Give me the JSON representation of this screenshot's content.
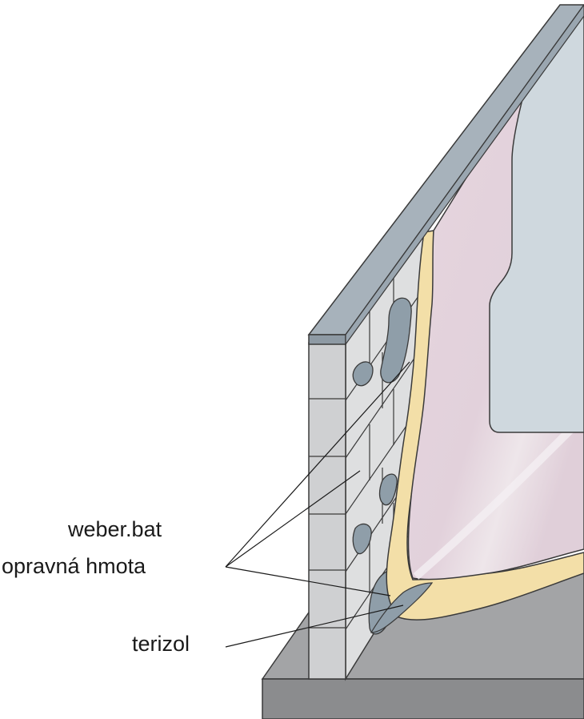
{
  "labels": {
    "weber_bat": "weber.bat",
    "opravna_hmota": "opravná hmota",
    "terizol": "terizol"
  },
  "colors": {
    "stroke": "#3a3a3a",
    "coping": "#a7b2bb",
    "coping_front": "#8e9aa4",
    "brick": "#cfd0d2",
    "brick_face": "#dedfe0",
    "patch": "#8f9ea9",
    "mortar_yellow": "#f3dfa8",
    "membrane_pink": "#e3d3dc",
    "membrane_light": "#ece3e8",
    "membrane_grey": "#cfd8de",
    "base_grey": "#a3a4a6",
    "base_dark": "#8b8c8e"
  }
}
